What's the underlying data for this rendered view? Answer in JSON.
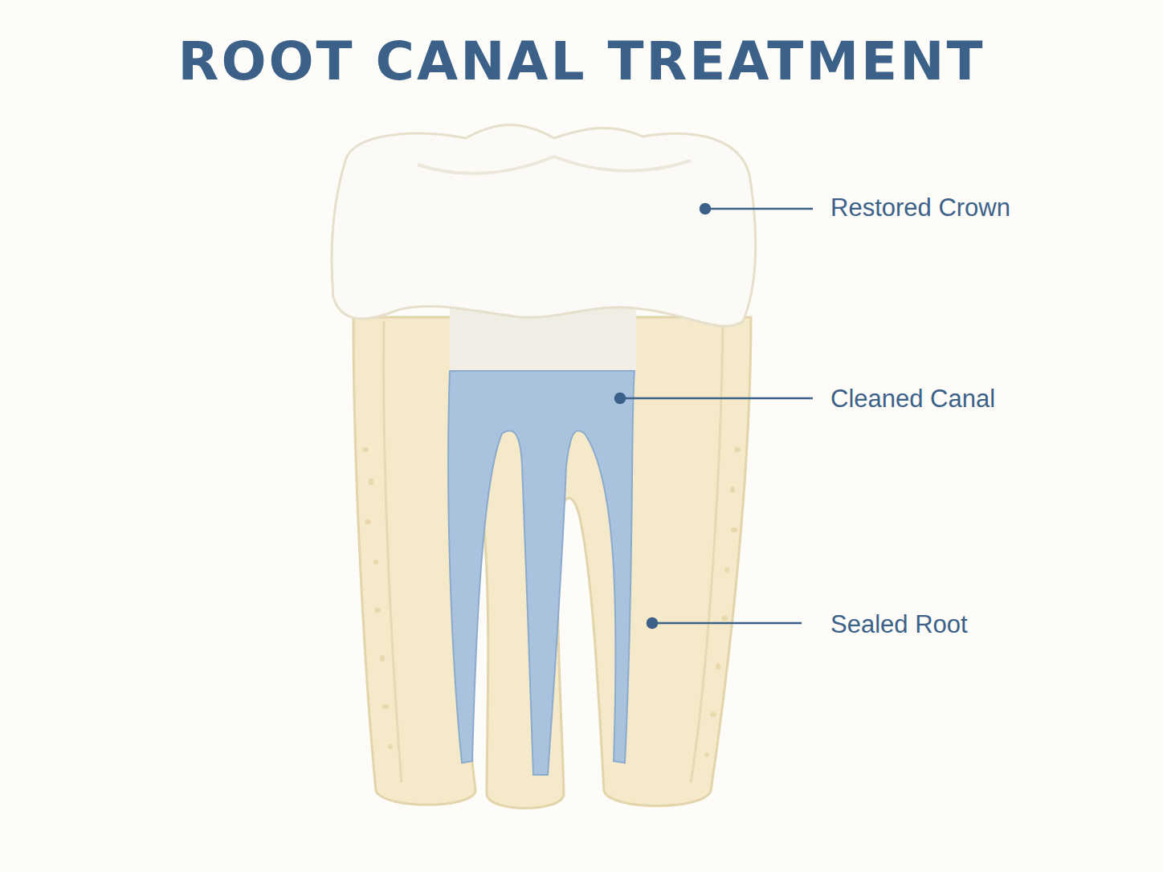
{
  "diagram": {
    "title": "ROOT CANAL TREATMENT",
    "labels": [
      "Restored Crown",
      "Cleaned Canal",
      "Sealed Root"
    ]
  }
}
